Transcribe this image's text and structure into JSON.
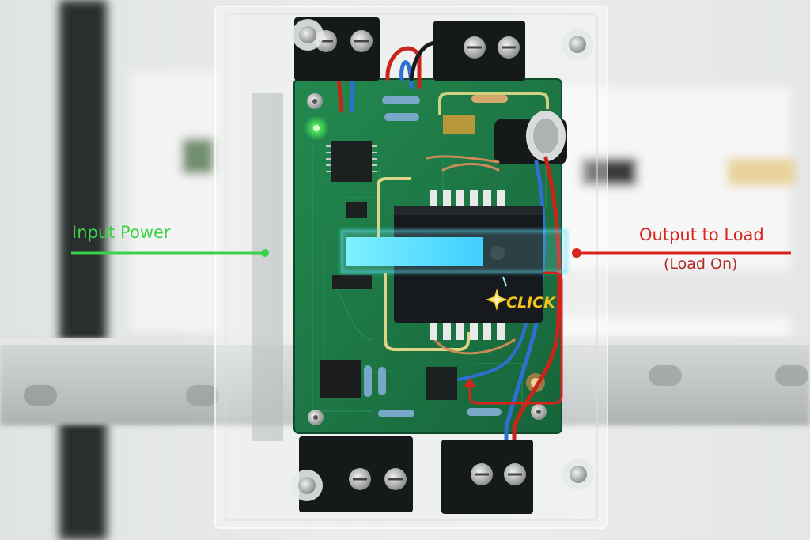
{
  "labels": {
    "input": "Input Power",
    "output": "Output to Load",
    "output_status": "(Load On)",
    "click": "CLICK"
  },
  "colors": {
    "input_accent": "#3bd14a",
    "output_accent": "#d9231d",
    "pcb_green": "#1f7a46",
    "relay_black": "#171a1c",
    "indicator_cyan": "#55e3ff",
    "trace_yellow": "#f2df8c",
    "click_gold": "#f5c21b"
  },
  "icons": [
    "click-spark-icon",
    "status-led-icon"
  ]
}
